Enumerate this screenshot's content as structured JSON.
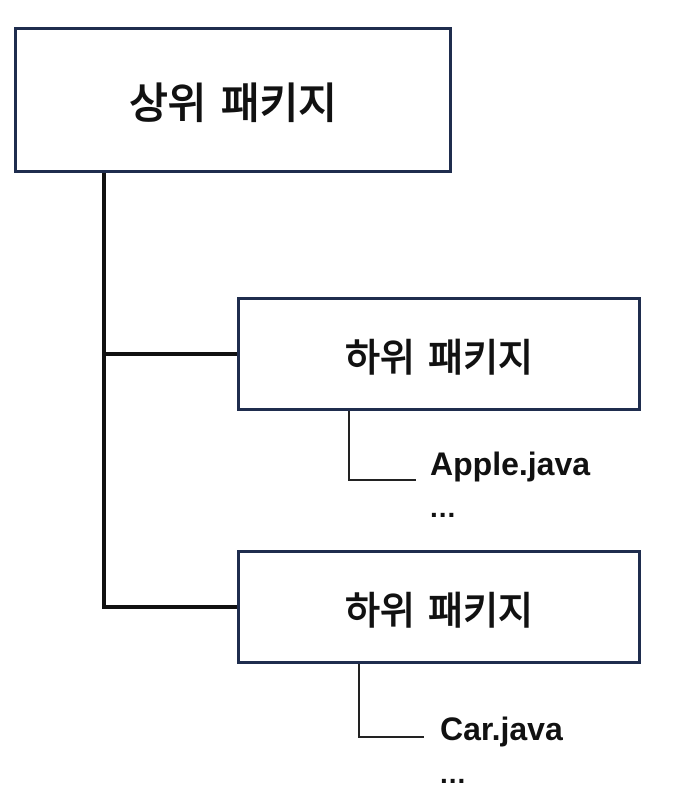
{
  "parent_package": {
    "label": "상위 패키지"
  },
  "child_packages": [
    {
      "label": "하위 패키지",
      "file": "Apple.java",
      "more": "..."
    },
    {
      "label": "하위 패키지",
      "file": "Car.java",
      "more": "..."
    }
  ],
  "colors": {
    "box_border": "#1f2d4e",
    "line": "#111111",
    "text": "#111111"
  }
}
